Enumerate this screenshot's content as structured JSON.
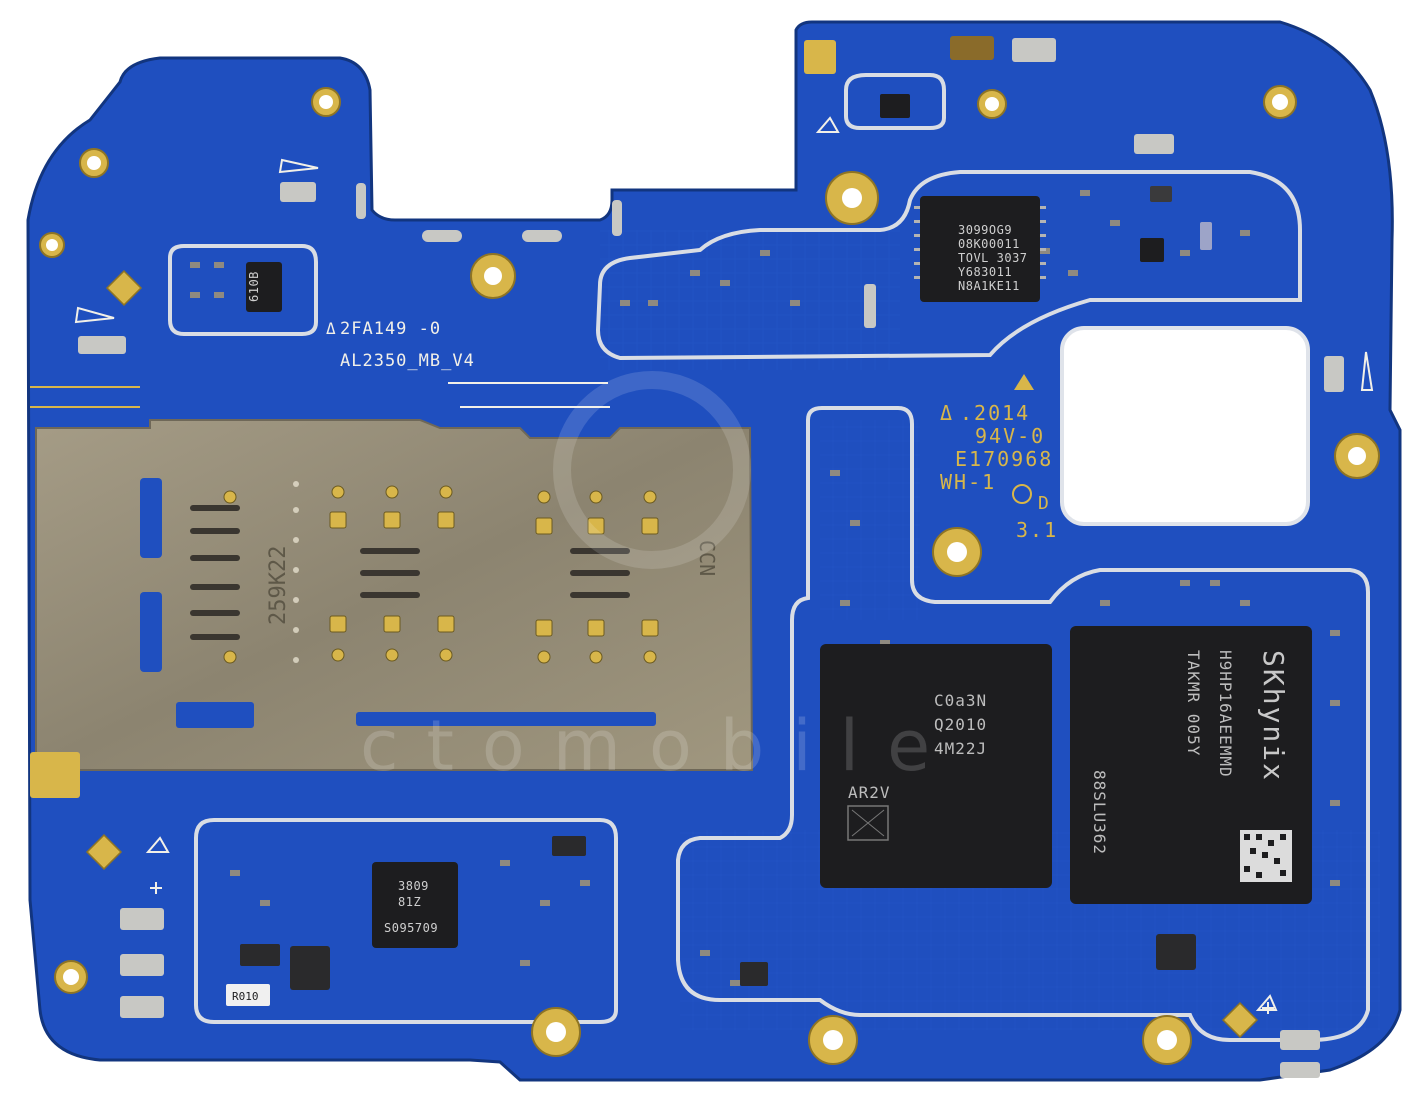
{
  "board": {
    "colors": {
      "board": "#1f4fbf",
      "board_dark": "#173f9e",
      "trace": "#2a5fd6",
      "gold": "#d8b64a",
      "shield": "#9a917c",
      "chip": "#1d1d1f",
      "silk": "#f2f0e8"
    },
    "silkscreen": {
      "part_number": "2FA149 -0",
      "board_name": "AL2350_MB_V4",
      "date_code": ".2014",
      "flammability": "94V-0",
      "ul_file": "E170968",
      "maker_code": "WH-1",
      "version": "3.1"
    },
    "chips": {
      "power_ic": [
        "3099OG9",
        "08K00011",
        "TOVL 3037",
        "Y683011",
        "N8A1KE11"
      ],
      "ram": [
        "C0a3N",
        "Q2010",
        "4M22J"
      ],
      "ram_bottom": "AR2V",
      "storage_brand": "SKhynix",
      "storage_lines": [
        "H9HP16AEEMMD",
        "TAKMR    005Y",
        "88SLU362"
      ],
      "charger_ic": [
        "3809",
        "81Z",
        "S095709"
      ],
      "small_ic": "610B",
      "inductor": "R010",
      "sim_tray": [
        "259K22",
        "CCN"
      ]
    },
    "watermark": "ctomobile"
  }
}
